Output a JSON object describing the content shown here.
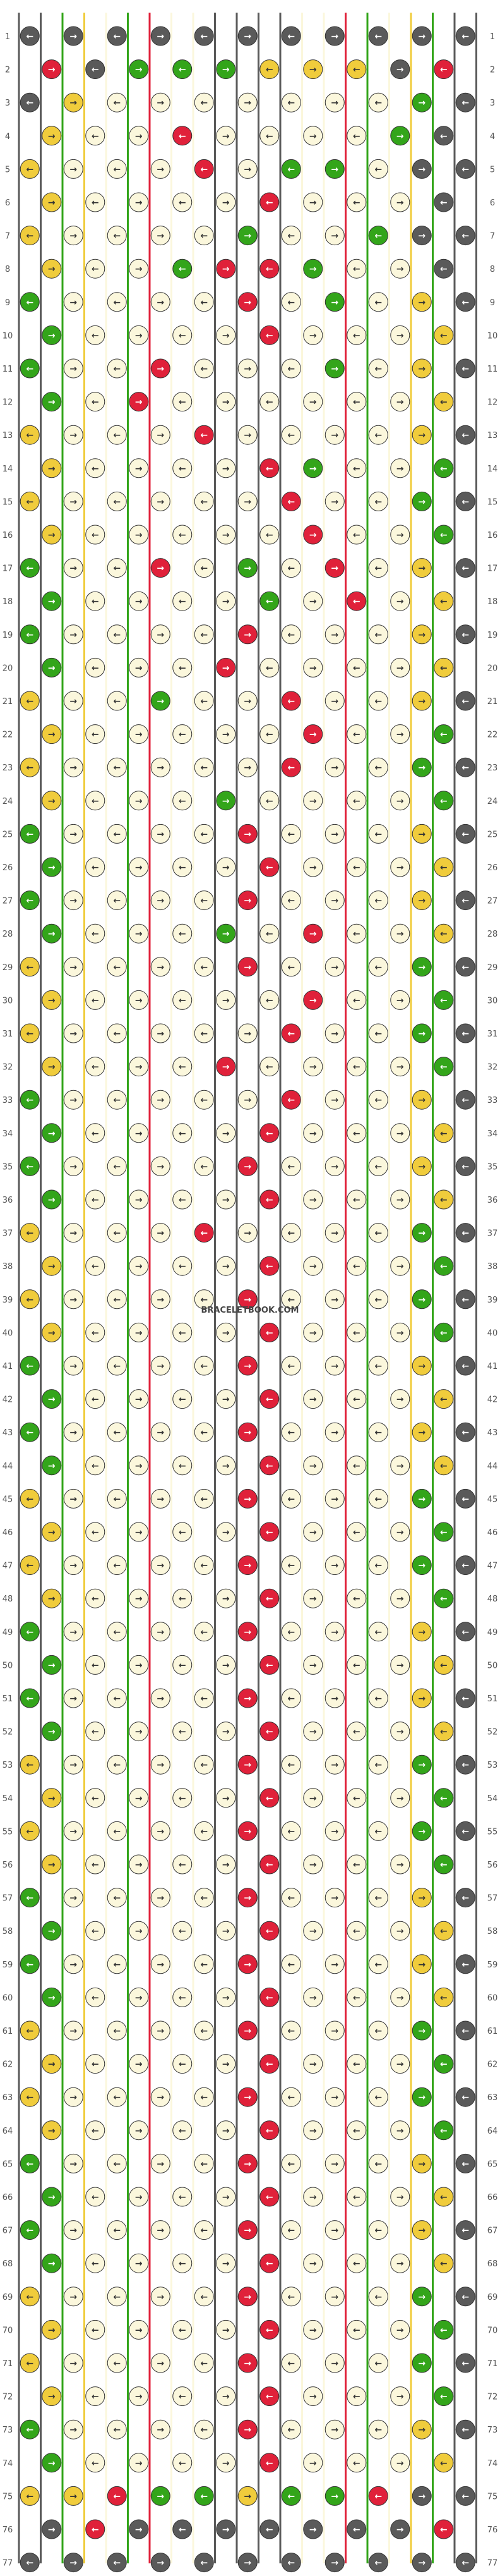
{
  "pattern": {
    "rows": 77,
    "knot_columns": 11,
    "strings": 22,
    "watermark": "BRACELETBOOK.COM"
  },
  "colors": {
    "A": "#5a5a5a",
    "B": "#e0213a",
    "C": "#33a51a",
    "D": "#f0cc3c",
    "E": "#fbf7dc"
  },
  "string_order": [
    "A",
    "A",
    "C",
    "D",
    "E",
    "C",
    "B",
    "E",
    "E",
    "A",
    "A",
    "A",
    "A",
    "E",
    "E",
    "B",
    "C",
    "E",
    "D",
    "C",
    "A",
    "A"
  ],
  "knot_colors": [
    "AAAAAAAAAAA",
    "BACCCDDDABC",
    "ADEEEEEEECA",
    "DEEBEEEECAA",
    "DEEEBECCEAA",
    "DEEEEBEEEAA",
    "DEEEECEECAA",
    "DEECBBCEEAA",
    "CEEEEBECEDA",
    "CEEEEBEEEDA",
    "CEEBEEECEDA",
    "CEBEEEEEEDA",
    "DEEEBEEEEDA",
    "DEEEEBCEECA",
    "DEEEEEBEECA",
    "DEEEEEBEECA",
    "CEEBECEBEDA",
    "CEEEECEBEDA",
    "CEEEEBEEEDA",
    "CEEEBEEEEDA",
    "DEECEEBEEDA",
    "DEEEEEBEECA",
    "DEEEEEBEECA",
    "DEEECEEEECA",
    "CEEEEBEEEDA",
    "CEEEEBEEEDA",
    "CEEEEBEEEDA",
    "CEEECEBEEDA",
    "DEEEEBEEECA",
    "DEEEEEBEECA",
    "DEEEEEBEECA",
    "DEEEBEEEECA",
    "CEEEEEBEEDA",
    "CEEEEBEEEDA",
    "CEEEEBEEEDA",
    "CEEEEBEEEDA",
    "DEEEBEEEECA",
    "DEEEEBEEECA",
    "DEEEEBEEECA",
    "DEEEEBEEECA",
    "CEEEEBEEEDA",
    "CEEEEBEEEDA",
    "CEEEEBEEEDA",
    "CEEEEBEEEDA",
    "DEEEEBEEECA",
    "DEEEEBEEECA",
    "DEEEEBEEECA",
    "DEEEEBEEECA",
    "CEEEEBEEEDA",
    "CEEEEBEEEDA",
    "CEEEEBEEEDA",
    "CEEEEBEEEDA",
    "DEEEEBEEECA",
    "DEEEEBEEECA",
    "DEEEEBEEECA",
    "DEEEEBEEECA",
    "CEEEEBEEEDA",
    "CEEEEBEEEDA",
    "CEEEEBEEEDA",
    "CEEEEBEEEDA",
    "DEEEEBEEECA",
    "DEEEEBEEECA",
    "DEEEEBEEECA",
    "DEEEEBEEECA",
    "CEEEEBEEEDA",
    "CEEEEBEEEDA",
    "CEEEEBEEEDA",
    "CEEEEBEEEDA",
    "DEEEEBEEECA",
    "DEEEEBEEECA",
    "DEEEEBEEECA",
    "DEEEEBEEECA",
    "CEEEEBEEEDA",
    "CEEEEBEEEDA",
    "DDBCCDCCBAA",
    "ABAAAAAAABA",
    "AAAAAAAAAAA"
  ]
}
